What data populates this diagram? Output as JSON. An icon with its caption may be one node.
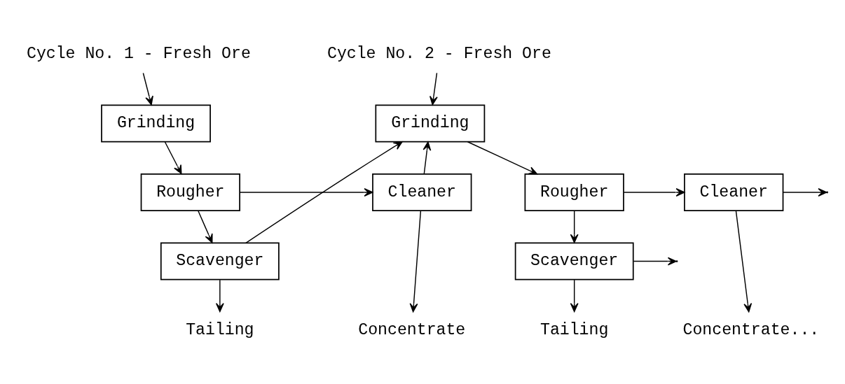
{
  "diagram": {
    "nodes": [
      {
        "text": [
          "Cycle No. 1 - Fresh Ore"
        ]
      },
      {
        "text": [
          "Grinding"
        ]
      },
      {
        "text": [
          "Rougher"
        ]
      },
      {
        "text": [
          "Cleaner"
        ]
      },
      {
        "text": [
          "Scavenger"
        ]
      },
      {
        "text": [
          "Tailing"
        ]
      },
      {
        "text": [
          "Concentrate"
        ]
      },
      {
        "text": [
          "Cycle No. 2 - Fresh Ore"
        ]
      },
      {
        "text": [
          "Grinding"
        ]
      },
      {
        "text": [
          "Rougher"
        ]
      },
      {
        "text": [
          "Cleaner"
        ]
      },
      {
        "text": [
          "Scavenger"
        ]
      },
      {
        "text": [
          "Tailing"
        ]
      },
      {
        "text": [
          "Concentrate..."
        ]
      }
    ],
    "edges": [
      {
        "from": 0,
        "to": 1,
        "arrow": "to"
      },
      {
        "from": 1,
        "to": 2,
        "arrow": "to"
      },
      {
        "from": 2,
        "to": 3,
        "arrow": "to"
      },
      {
        "from": 2,
        "to": 4,
        "arrow": "to"
      },
      {
        "from": 4,
        "to": 5,
        "arrow": "to"
      },
      {
        "from": 3,
        "to": 6,
        "arrow": "to"
      },
      {
        "from": 3,
        "to": 8,
        "arrow": "to"
      },
      {
        "from": 4,
        "to": 8,
        "arrow": "to"
      },
      {
        "from": 7,
        "to": 8,
        "arrow": "to"
      },
      {
        "from": 8,
        "to": 9,
        "arrow": "to"
      },
      {
        "from": 9,
        "to": 10,
        "arrow": "to"
      },
      {
        "from": 9,
        "to": 11,
        "arrow": "to"
      },
      {
        "from": 11,
        "to": 12,
        "arrow": "to"
      },
      {
        "from": 10,
        "to": 13,
        "arrow": "to"
      },
      {
        "from": 10,
        "to": null,
        "arrow": "to"
      },
      {
        "from": 11,
        "to": null,
        "arrow": "to"
      }
    ]
  }
}
